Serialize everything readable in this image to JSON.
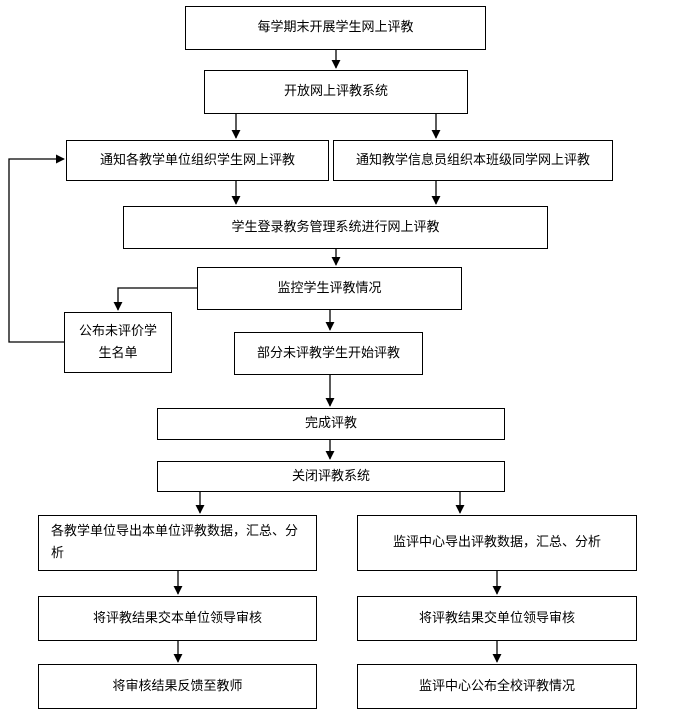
{
  "nodes": {
    "start": "每学期末开展学生网上评教",
    "open_system": "开放网上评教系统",
    "notify_units": "通知各教学单位组织学生网上评教",
    "notify_info": "通知教学信息员组织本班级同学网上评教",
    "student_login": "学生登录教务管理系统进行网上评教",
    "monitor": "监控学生评教情况",
    "publish_list": "公布未评价学生名单",
    "partial_start": "部分未评教学生开始评教",
    "complete": "完成评教",
    "close_system": "关闭评教系统",
    "unit_export": "各教学单位导出本单位评教数据，汇总、分析",
    "center_export": "监评中心导出评教数据，汇总、分析",
    "unit_review": "将评教结果交本单位领导审核",
    "center_review": "将评教结果交单位领导审核",
    "feedback": "将审核结果反馈至教师",
    "center_publish": "监评中心公布全校评教情况"
  }
}
